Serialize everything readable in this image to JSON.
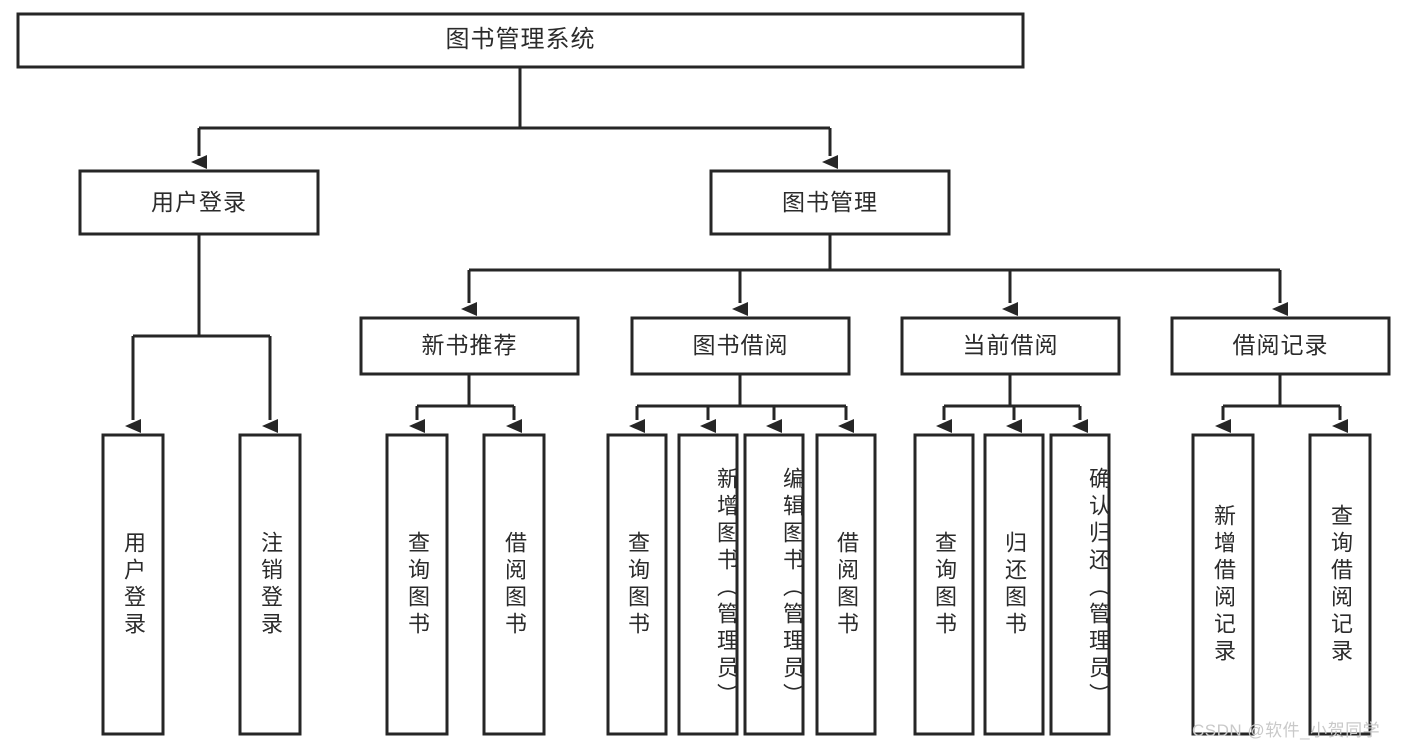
{
  "diagram": {
    "type": "tree-hierarchy",
    "title": "图书管理系统",
    "watermark": "CSDN @软件_小贺同学",
    "colors": {
      "stroke": "#262626",
      "fill": "#ffffff",
      "text": "#2b2b2b",
      "watermark": "#c9c9c9"
    },
    "root": {
      "label": "图书管理系统"
    },
    "level2": [
      {
        "label": "用户登录"
      },
      {
        "label": "图书管理"
      }
    ],
    "level3": [
      {
        "label": "新书推荐"
      },
      {
        "label": "图书借阅"
      },
      {
        "label": "当前借阅"
      },
      {
        "label": "借阅记录"
      }
    ],
    "leaves": {
      "user_login": [
        {
          "label": "用户登录"
        },
        {
          "label": "注销登录"
        }
      ],
      "new_book": [
        {
          "label": "查询图书"
        },
        {
          "label": "借阅图书"
        }
      ],
      "book_borrow": [
        {
          "label": "查询图书"
        },
        {
          "label": "新增图书（管理员）"
        },
        {
          "label": "编辑图书（管理员）"
        },
        {
          "label": "借阅图书"
        }
      ],
      "current_borrow": [
        {
          "label": "查询图书"
        },
        {
          "label": "归还图书"
        },
        {
          "label": "确认归还（管理员）"
        }
      ],
      "borrow_record": [
        {
          "label": "新增借阅记录"
        },
        {
          "label": "查询借阅记录"
        }
      ]
    }
  }
}
